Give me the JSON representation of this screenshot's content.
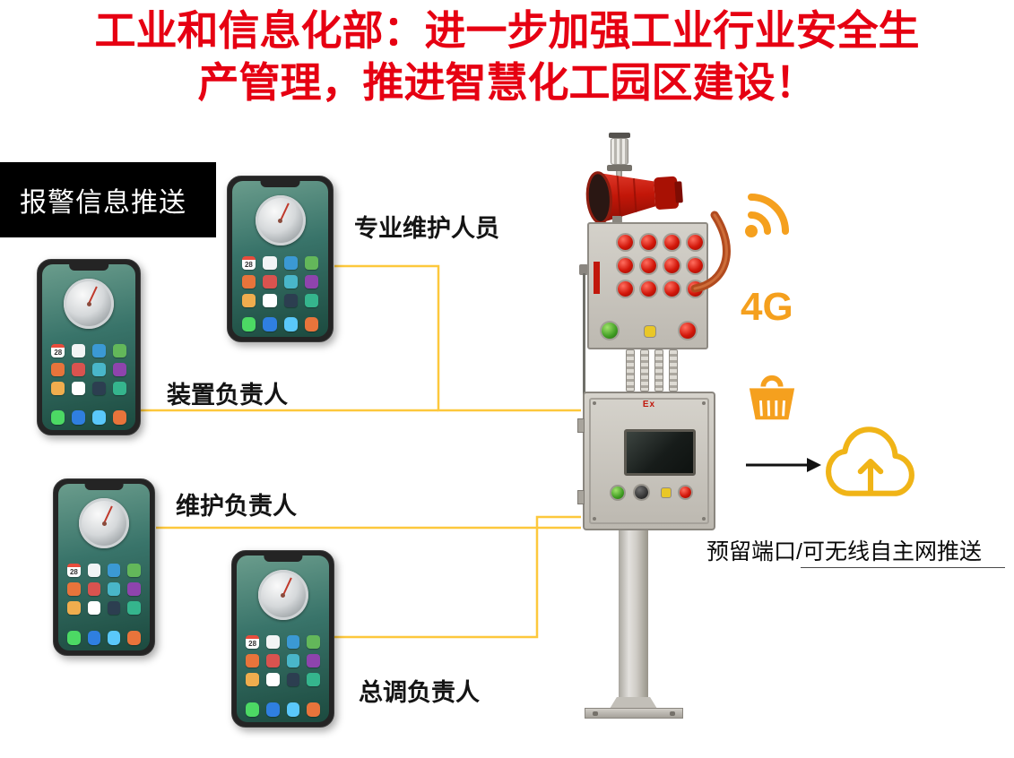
{
  "title": {
    "line1": "工业和信息化部：进一步加强工业行业安全生",
    "line2": "产管理，推进智慧化工园区建设！"
  },
  "banner": {
    "label": "报警信息推送"
  },
  "recipients": {
    "r1": "专业维护人员",
    "r2": "装置负责人",
    "r3": "维护负责人",
    "r4": "总调负责人"
  },
  "phone": {
    "calendar_day": "28"
  },
  "device": {
    "ex_marking": "Ex"
  },
  "right_panel": {
    "label_4g": "4G",
    "note": "预留端口/可无线自主网推送"
  },
  "colors": {
    "title_red": "#e60012",
    "accent_orange": "#f5a01e",
    "cloud_yellow": "#f0b417",
    "connector_yellow": "#fdc83c",
    "banner_bg": "#000000"
  }
}
